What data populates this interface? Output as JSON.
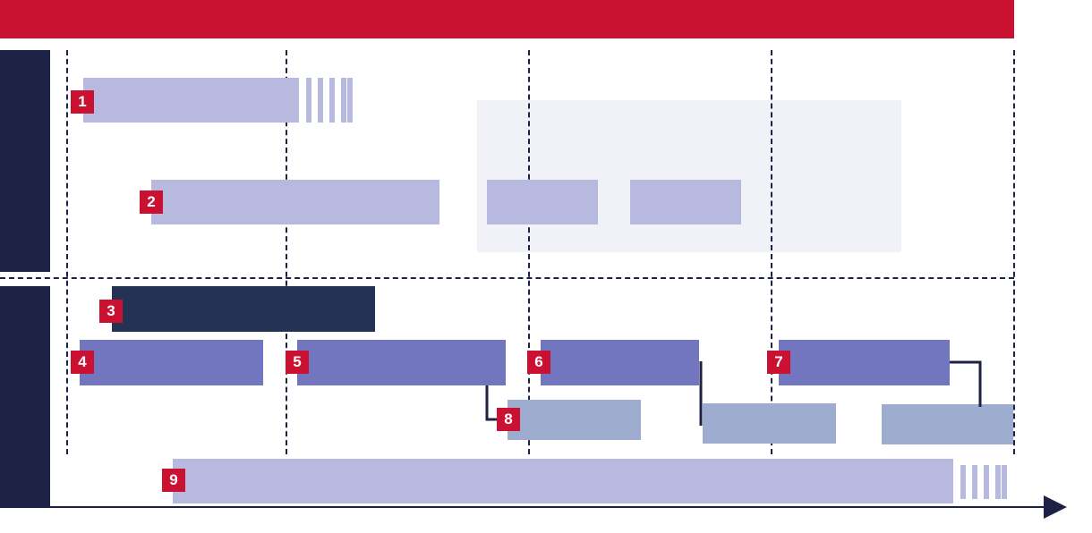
{
  "colors": {
    "header_red": "#cb1131",
    "navy": "#1d2144",
    "dark_blue": "#243353",
    "lavender": "#b8b9df",
    "violet": "#7276be",
    "steel": "#9eaccf",
    "zone_bg": "#f0f2f8",
    "badge_red": "#cb1131",
    "gridline": "#1d2144"
  },
  "tasks": [
    {
      "number": "1"
    },
    {
      "number": "2"
    },
    {
      "number": "3"
    },
    {
      "number": "4"
    },
    {
      "number": "5"
    },
    {
      "number": "6"
    },
    {
      "number": "7"
    },
    {
      "number": "8"
    },
    {
      "number": "9"
    }
  ]
}
